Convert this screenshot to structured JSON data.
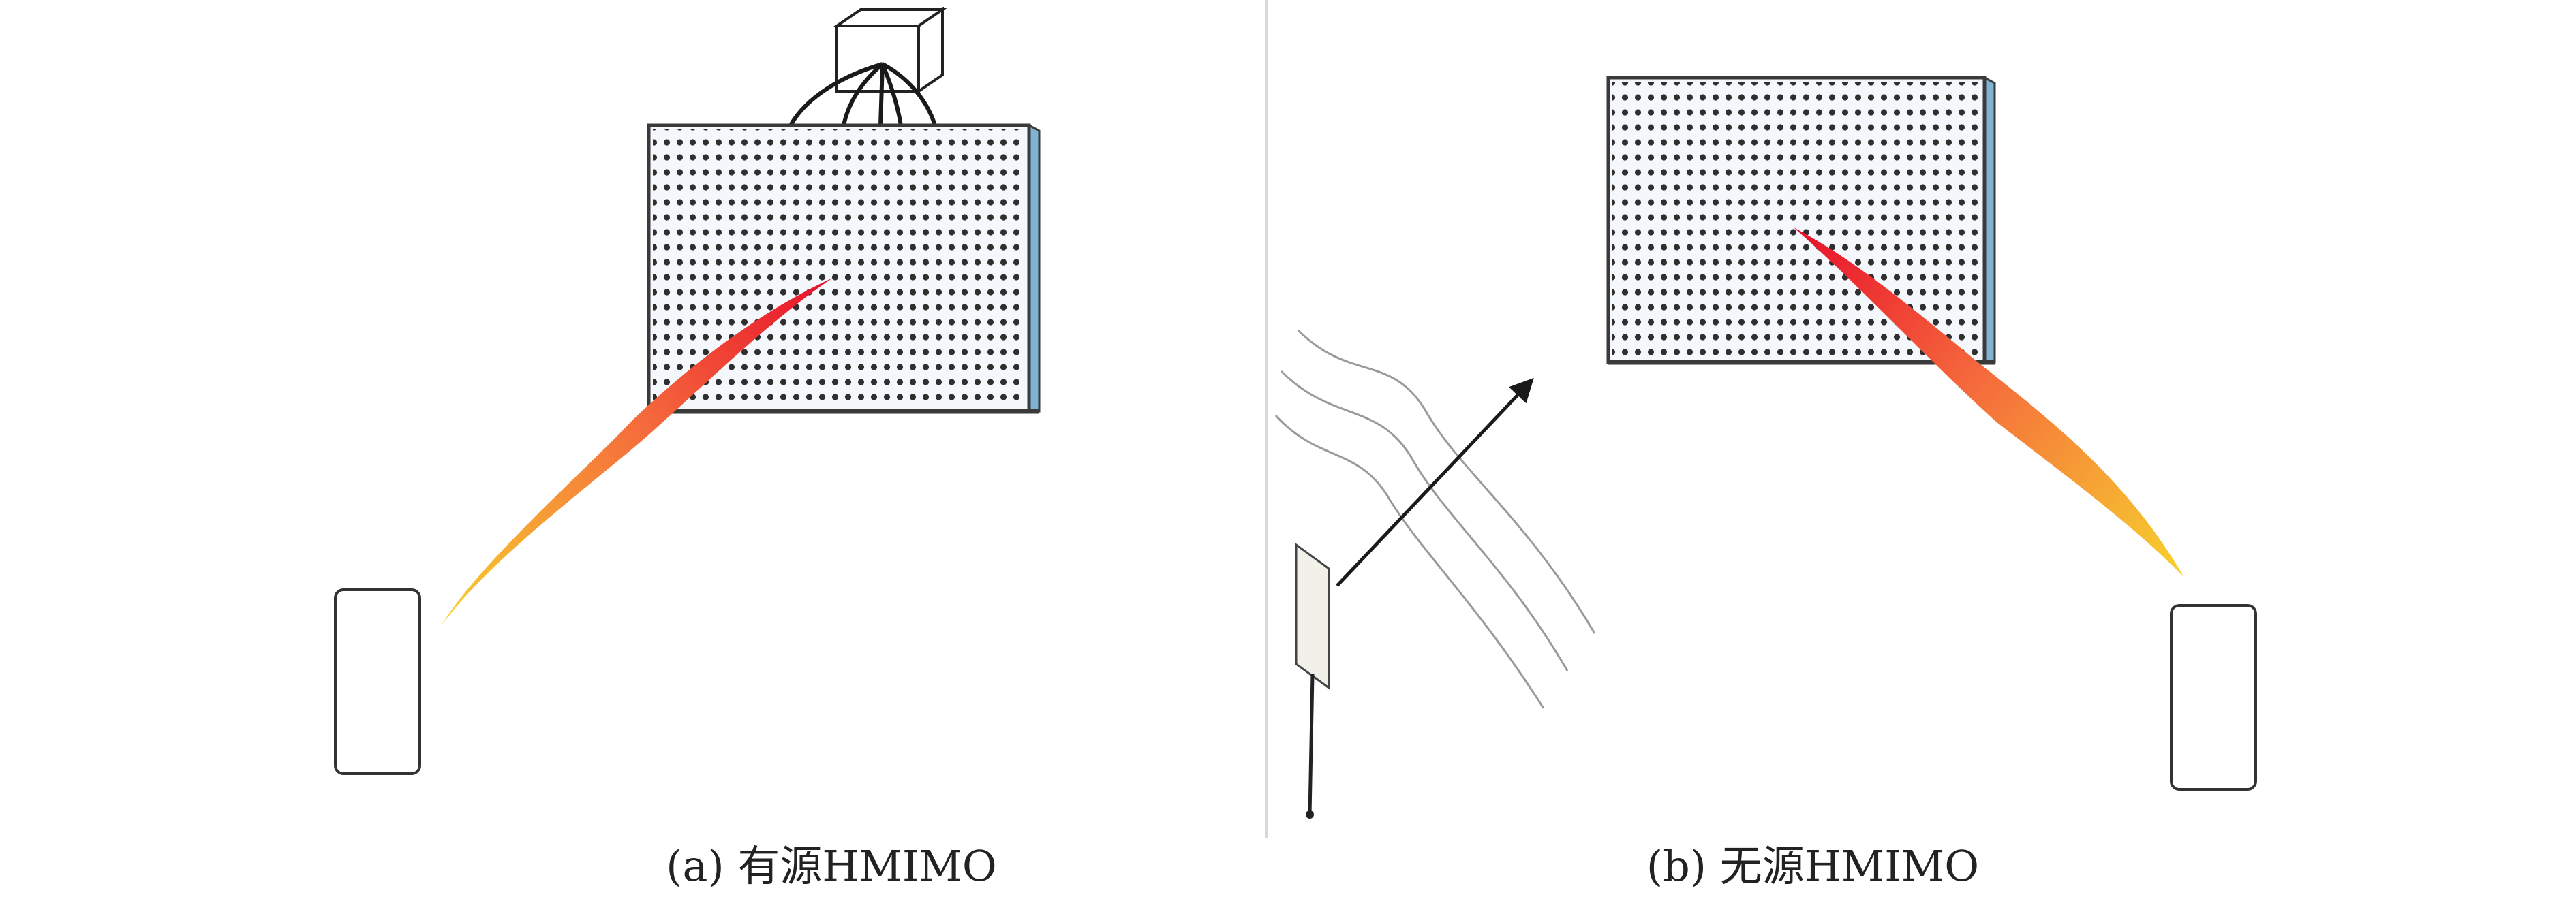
{
  "captions": {
    "left": "(a) 有源HMIMO",
    "right": "(b) 无源HMIMO"
  },
  "colors": {
    "beam_tip": "#e8102c",
    "beam_mid": "#f77b3a",
    "beam_base": "#f7cf2e",
    "panel_dot": "#2f2f2f",
    "panel_edge": "#3a3a3a",
    "panel_side": "#7fb3d2",
    "divider": "#d8d8d8",
    "wave": "#9a9a9a"
  },
  "panel_grid": {
    "rows": 22,
    "cols": 30
  },
  "icons": {
    "rf_chain_box": "cube-icon",
    "feed_cables": "cable-bundle-icon",
    "user_device": "smartphone-icon",
    "feed_antenna": "feed-antenna-icon",
    "incident_wave": "wavefront-icon",
    "incident_direction": "arrow-icon"
  }
}
